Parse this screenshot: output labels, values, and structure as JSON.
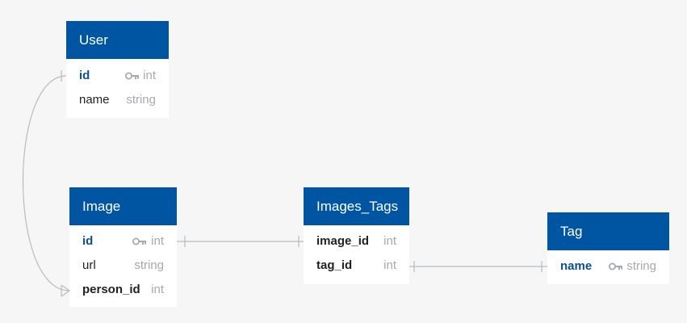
{
  "colors": {
    "header_bg": "#0055a2",
    "header_text": "#ffffff",
    "pk_text": "#0d4f8b",
    "type_text": "#a6a9ad",
    "line": "#b8bcc0",
    "background": "#f5f6f5"
  },
  "tables": {
    "user": {
      "title": "User",
      "columns": [
        {
          "name": "id",
          "type": "int",
          "primary_key": true,
          "key_icon": "key-icon"
        },
        {
          "name": "name",
          "type": "string",
          "primary_key": false
        }
      ]
    },
    "image": {
      "title": "Image",
      "columns": [
        {
          "name": "id",
          "type": "int",
          "primary_key": true,
          "key_icon": "key-icon"
        },
        {
          "name": "url",
          "type": "string",
          "primary_key": false
        },
        {
          "name": "person_id",
          "type": "int",
          "primary_key": false
        }
      ]
    },
    "images_tags": {
      "title": "Images_Tags",
      "columns": [
        {
          "name": "image_id",
          "type": "int",
          "primary_key": false
        },
        {
          "name": "tag_id",
          "type": "int",
          "primary_key": false
        }
      ]
    },
    "tag": {
      "title": "Tag",
      "columns": [
        {
          "name": "name",
          "type": "string",
          "primary_key": true,
          "key_icon": "key-icon"
        }
      ]
    }
  },
  "relationships": [
    {
      "from": "User.id",
      "to": "Image.person_id",
      "from_end": "one",
      "to_end": "many"
    },
    {
      "from": "Image.id",
      "to": "Images_Tags.image_id",
      "from_end": "one",
      "to_end": "one"
    },
    {
      "from": "Images_Tags.tag_id",
      "to": "Tag.name",
      "from_end": "one",
      "to_end": "one"
    }
  ]
}
